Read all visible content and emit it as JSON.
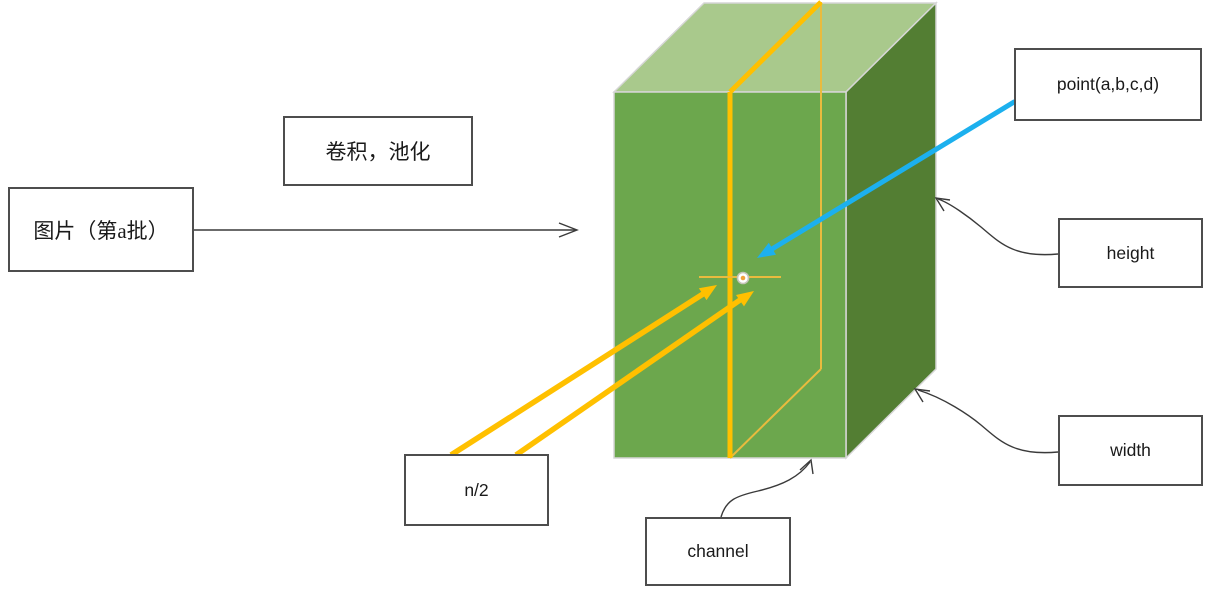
{
  "title": "CNN feature-map tensor diagram",
  "boxes": {
    "image_batch": {
      "label": "图片（第a批）"
    },
    "conv_pool": {
      "label": "卷积，池化"
    },
    "point": {
      "label": "point(a,b,c,d)"
    },
    "height": {
      "label": "height"
    },
    "width": {
      "label": "width"
    },
    "channel": {
      "label": "channel"
    },
    "n_half": {
      "label": "n/2"
    }
  },
  "colors": {
    "cube_top": "#a9c98c",
    "cube_front": "#6ca74d",
    "cube_side": "#537e33",
    "slice_thick": "#ffc000",
    "slice_thin": "#e9bb3e",
    "arrow_blue": "#1cb0ee",
    "arrow_ink": "#3a3a3a",
    "dot_center": "#f0a23c",
    "dot_ring": "#c6c4b8",
    "box_border": "#4d4d4d"
  }
}
